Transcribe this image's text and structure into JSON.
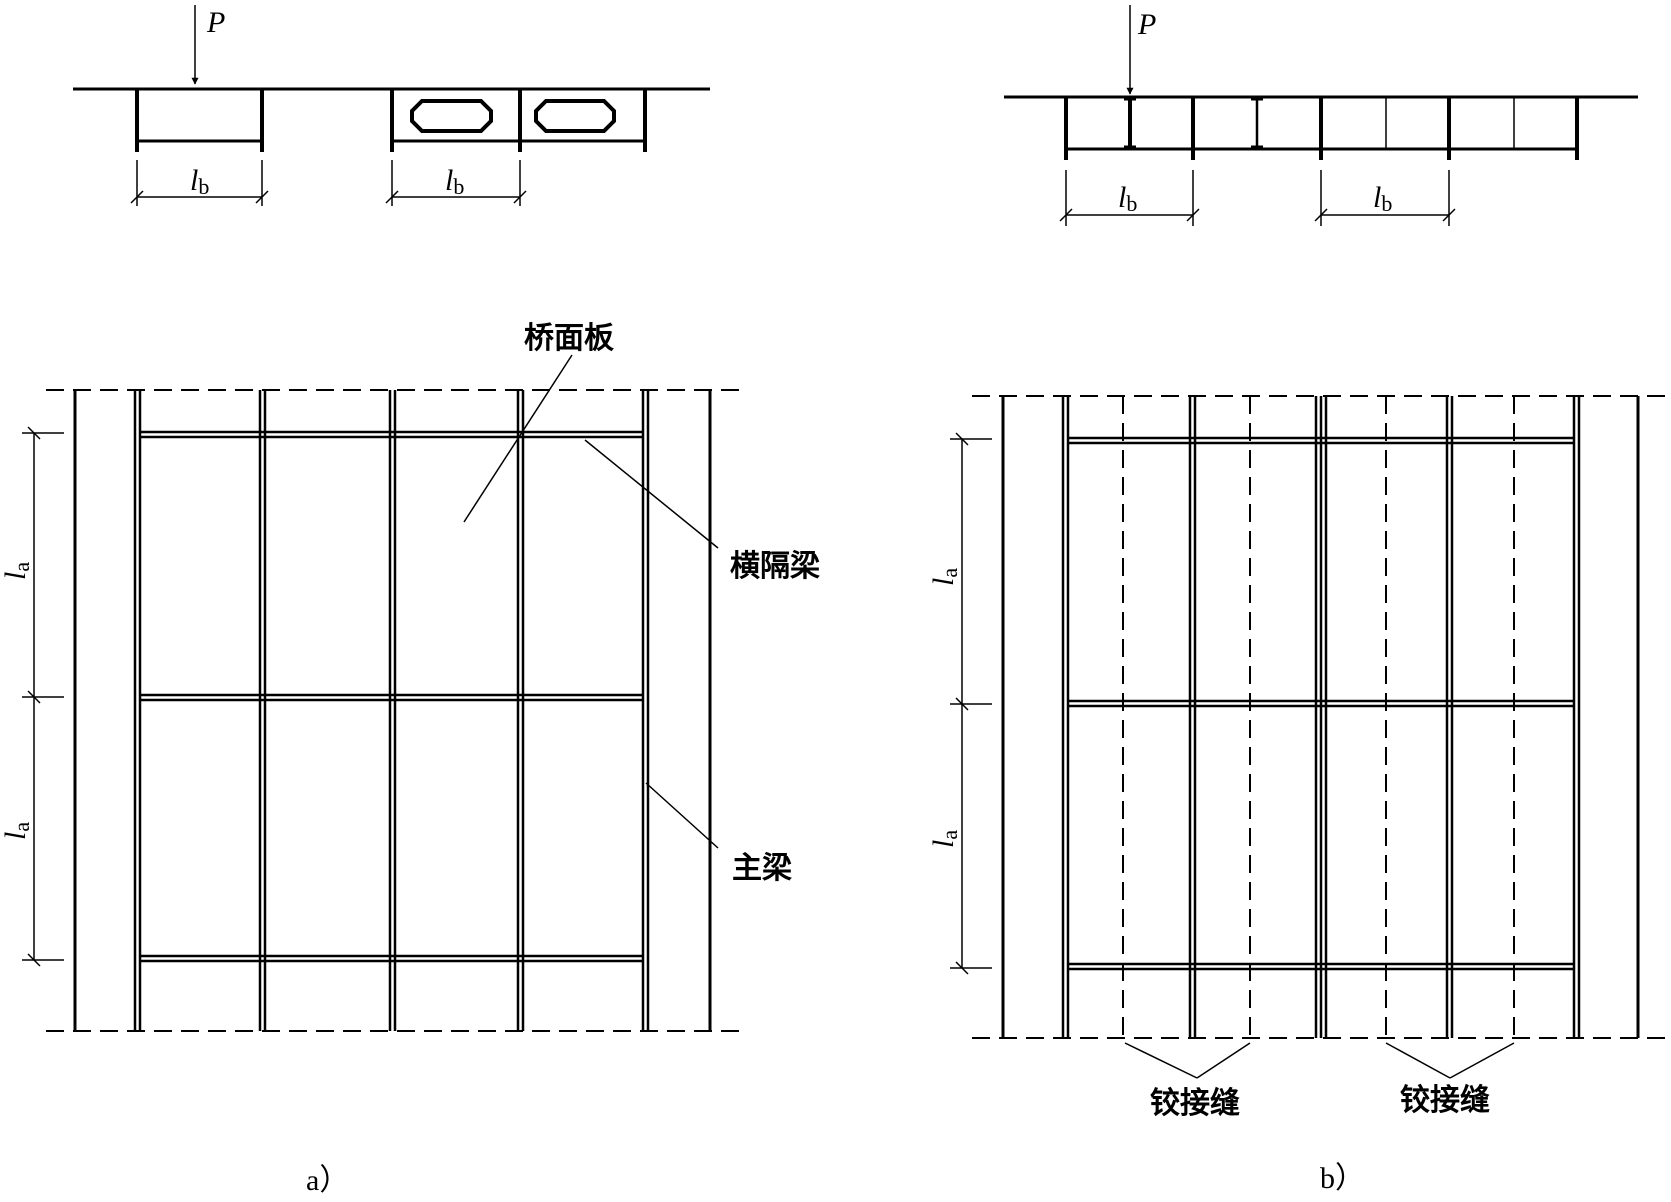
{
  "panel_a": {
    "load_label": "P",
    "span_b_1": {
      "var": "l",
      "sub": "b"
    },
    "span_b_2": {
      "var": "l",
      "sub": "b"
    },
    "span_a_1": {
      "var": "l",
      "sub": "a"
    },
    "span_a_2": {
      "var": "l",
      "sub": "a"
    },
    "label_deck": "桥面板",
    "label_diaphragm": "横隔梁",
    "label_main_girder": "主梁",
    "caption": "a）"
  },
  "panel_b": {
    "load_label": "P",
    "span_b_1": {
      "var": "l",
      "sub": "b"
    },
    "span_b_2": {
      "var": "l",
      "sub": "b"
    },
    "span_a_1": {
      "var": "l",
      "sub": "a"
    },
    "span_a_2": {
      "var": "l",
      "sub": "a"
    },
    "label_hinge_1": "铰接缝",
    "label_hinge_2": "铰接缝",
    "caption": "b）"
  }
}
